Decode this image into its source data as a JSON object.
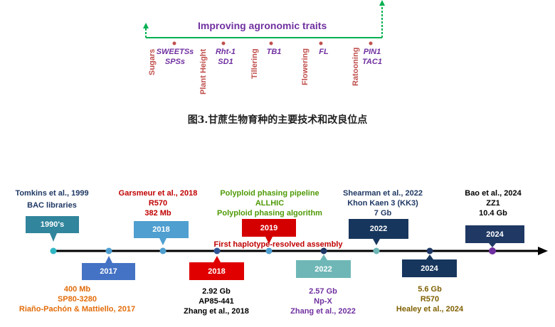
{
  "top_panel": {
    "banner": "Improving agronomic traits",
    "traits_vertical": [
      "Sugars",
      "Plant Height",
      "Tillering",
      "Flowering",
      "Ratooning"
    ],
    "traits_genes": [
      {
        "line1": "SWEETSs",
        "line2": "SPSs"
      },
      {
        "line1": "Rht-1",
        "line2": "SD1"
      },
      {
        "line1": "TB1",
        "line2": ""
      },
      {
        "line1": "FL",
        "line2": ""
      },
      {
        "line1": "PIN1",
        "line2": "TAC1"
      }
    ],
    "figure_caption": "图3.甘蔗生物育种的主要技术和改良位点"
  },
  "timeline": {
    "events": [
      {
        "year": "1990's",
        "color": "#31859c",
        "lines": [
          "Tomkins et al., 1999",
          "BAC libraries"
        ],
        "line_colors": [
          "#1f3864",
          "#1f3864"
        ]
      },
      {
        "year": "2017",
        "color": "#4472c4",
        "lines": [
          "400 Mb",
          "SP80-3280",
          "Riaño-Pachón & Mattiello, 2017"
        ],
        "line_colors": [
          "#e36c09",
          "#e36c09",
          "#e36c09"
        ]
      },
      {
        "year": "2018",
        "color": "#4f9fd0",
        "lines": [
          "Garsmeur et al., 2018",
          "R570",
          "382 Mb"
        ],
        "line_colors": [
          "#c00000",
          "#c00000",
          "#c00000"
        ]
      },
      {
        "year": "2018",
        "color": "#e00000",
        "lines": [
          "2.92 Gb",
          "AP85-441",
          "Zhang et al., 2018"
        ],
        "line_colors": [
          "#000000",
          "#000000",
          "#000000"
        ]
      },
      {
        "year": "2019",
        "color": "#d40000",
        "lines": [
          "Polyploid phasing pipeline",
          "ALLHIC",
          "Polyploid phasing algorithm"
        ],
        "line_colors": [
          "#4e9a06",
          "#4e9a06",
          "#4e9a06"
        ]
      },
      {
        "year": "",
        "color": "",
        "lines": [
          "First haplotype-resolved assembly"
        ],
        "line_colors": [
          "#c00000"
        ]
      },
      {
        "year": "2022",
        "color": "#6fb7b7",
        "lines": [
          "2.57 Gb",
          "Np-X",
          "Zhang et al., 2022"
        ],
        "line_colors": [
          "#7030a0",
          "#7030a0",
          "#7030a0"
        ]
      },
      {
        "year": "2022",
        "color": "#17365d",
        "lines": [
          "Shearman et al., 2022",
          "Khon Kaen 3 (KK3)",
          "7 Gb"
        ],
        "line_colors": [
          "#1f3864",
          "#1f3864",
          "#1f3864"
        ]
      },
      {
        "year": "2024",
        "color": "#17365d",
        "lines": [
          "5.6 Gb",
          "R570",
          "Healey et al., 2024"
        ],
        "line_colors": [
          "#7f6000",
          "#7f6000",
          "#7f6000"
        ]
      },
      {
        "year": "2024",
        "color": "#1f3864",
        "lines": [
          "Bao et al., 2024",
          "ZZ1",
          "10.4 Gb"
        ],
        "line_colors": [
          "#000000",
          "#000000",
          "#000000"
        ]
      }
    ]
  }
}
